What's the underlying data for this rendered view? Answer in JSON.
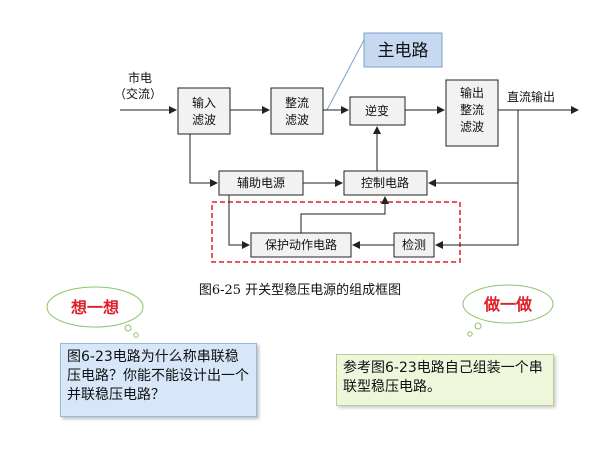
{
  "diagram": {
    "input_label_line1": "市电",
    "input_label_line2": "（交流）",
    "blocks": {
      "input_filter": [
        "输入",
        "滤波"
      ],
      "rectifier_filter": [
        "整流",
        "滤波"
      ],
      "inverter": "逆变",
      "output_rectifier_filter": [
        "输出",
        "整流",
        "滤波"
      ],
      "aux_power": "辅助电源",
      "control_circuit": "控制电路",
      "protection": "保护动作电路",
      "detection": "检测"
    },
    "output_label": "直流输出",
    "main_circuit_callout": "主电路",
    "caption": "图6-25  开关型稳压电源的组成框图"
  },
  "thought_bubbles": {
    "left": "想一想",
    "right": "做一做"
  },
  "notes": {
    "left": "图6-23电路为什么称串联稳压电路？你能不能设计出一个并联稳压电路？",
    "right": "参考图6-23电路自己组装一个串联型稳压电路。"
  },
  "colors": {
    "callout_bg": "#c6d9f1",
    "dashed_box": "#e0202a",
    "thought_text": "#e0202a",
    "note_left_bg": "#d7e6f8",
    "note_right_bg": "#eef6dc"
  }
}
